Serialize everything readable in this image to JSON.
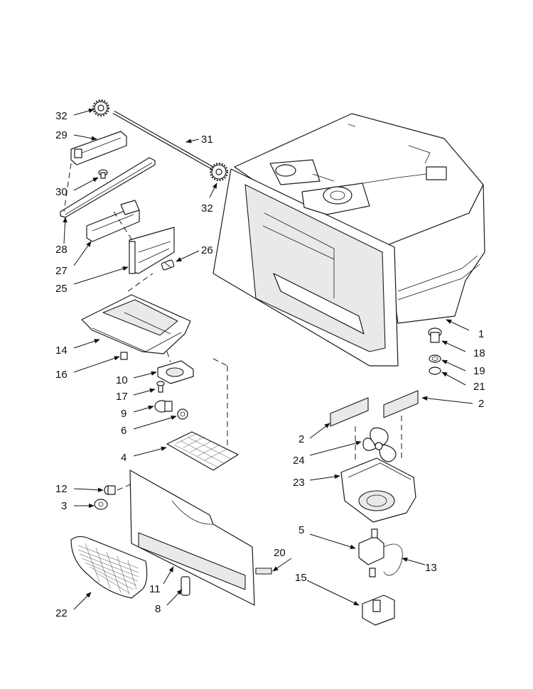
{
  "callouts": {
    "c1": "1",
    "c2a": "2",
    "c2b": "2",
    "c3": "3",
    "c4": "4",
    "c5": "5",
    "c6": "6",
    "c8": "8",
    "c9": "9",
    "c10": "10",
    "c11": "11",
    "c12": "12",
    "c13": "13",
    "c14": "14",
    "c15": "15",
    "c16": "16",
    "c17": "17",
    "c18": "18",
    "c19": "19",
    "c20": "20",
    "c21": "21",
    "c22": "22",
    "c23": "23",
    "c24": "24",
    "c25": "25",
    "c26": "26",
    "c27": "27",
    "c28": "28",
    "c29": "29",
    "c30": "30",
    "c31": "31",
    "c32a": "32",
    "c32b": "32"
  },
  "style": {
    "line_color": "#1a1a1a",
    "background": "#ffffff"
  }
}
